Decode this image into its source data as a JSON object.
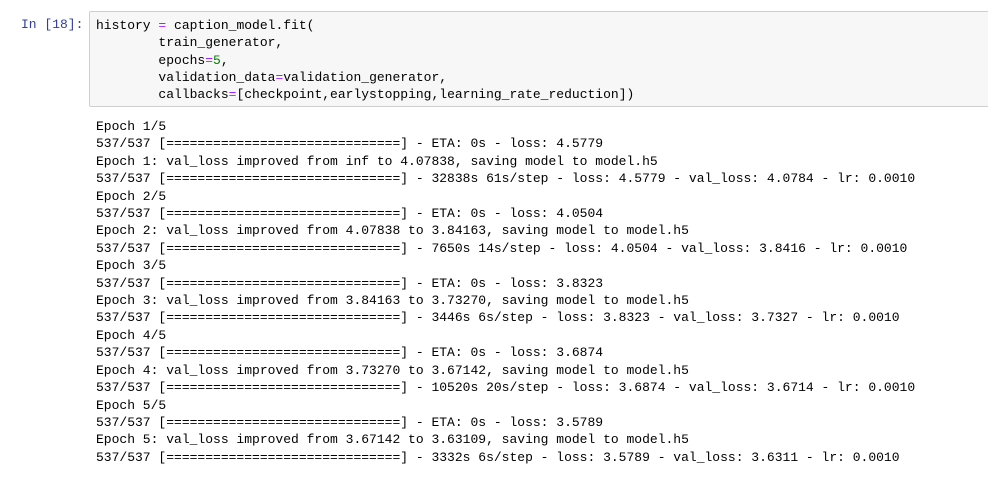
{
  "cell": {
    "prompt": "In [18]:",
    "code_lines": [
      [
        {
          "t": "history "
        },
        {
          "t": "=",
          "c": "op"
        },
        {
          "t": " caption_model.fit("
        }
      ],
      [
        {
          "t": "        train_generator,"
        }
      ],
      [
        {
          "t": "        epochs"
        },
        {
          "t": "=",
          "c": "op"
        },
        {
          "t": "5",
          "c": "num"
        },
        {
          "t": ","
        }
      ],
      [
        {
          "t": "        validation_data"
        },
        {
          "t": "=",
          "c": "op"
        },
        {
          "t": "validation_generator,"
        }
      ],
      [
        {
          "t": "        callbacks"
        },
        {
          "t": "=",
          "c": "op"
        },
        {
          "t": "[checkpoint,earlystopping,learning_rate_reduction])"
        }
      ]
    ],
    "output_lines": [
      "Epoch 1/5",
      "537/537 [==============================] - ETA: 0s - loss: 4.5779",
      "Epoch 1: val_loss improved from inf to 4.07838, saving model to model.h5",
      "537/537 [==============================] - 32838s 61s/step - loss: 4.5779 - val_loss: 4.0784 - lr: 0.0010",
      "Epoch 2/5",
      "537/537 [==============================] - ETA: 0s - loss: 4.0504",
      "Epoch 2: val_loss improved from 4.07838 to 3.84163, saving model to model.h5",
      "537/537 [==============================] - 7650s 14s/step - loss: 4.0504 - val_loss: 3.8416 - lr: 0.0010",
      "Epoch 3/5",
      "537/537 [==============================] - ETA: 0s - loss: 3.8323",
      "Epoch 3: val_loss improved from 3.84163 to 3.73270, saving model to model.h5",
      "537/537 [==============================] - 3446s 6s/step - loss: 3.8323 - val_loss: 3.7327 - lr: 0.0010",
      "Epoch 4/5",
      "537/537 [==============================] - ETA: 0s - loss: 3.6874",
      "Epoch 4: val_loss improved from 3.73270 to 3.67142, saving model to model.h5",
      "537/537 [==============================] - 10520s 20s/step - loss: 3.6874 - val_loss: 3.6714 - lr: 0.0010",
      "Epoch 5/5",
      "537/537 [==============================] - ETA: 0s - loss: 3.5789",
      "Epoch 5: val_loss improved from 3.67142 to 3.63109, saving model to model.h5",
      "537/537 [==============================] - 3332s 6s/step - loss: 3.5789 - val_loss: 3.6311 - lr: 0.0010"
    ]
  },
  "colors": {
    "prompt": "#303F9F",
    "operator": "#AA22FF",
    "number": "#008000",
    "input_bg": "#f7f7f7"
  }
}
